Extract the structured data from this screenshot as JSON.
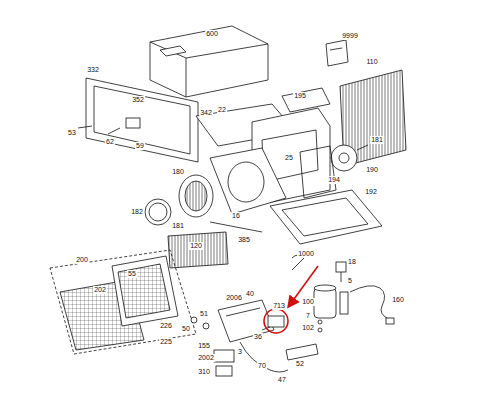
{
  "diagram": {
    "labels": [
      "600",
      "9999",
      "332",
      "352",
      "342",
      "22",
      "195",
      "110",
      "53",
      "62",
      "59",
      "181",
      "190",
      "25",
      "192",
      "194",
      "180",
      "182",
      "181",
      "16",
      "385",
      "120",
      "1000",
      "200",
      "55",
      "202",
      "226",
      "225",
      "50",
      "51",
      "2006",
      "40",
      "713",
      "18",
      "5",
      "100",
      "160",
      "7",
      "102",
      "36",
      "155",
      "2002",
      "310",
      "70",
      "47",
      "52",
      "3"
    ]
  }
}
